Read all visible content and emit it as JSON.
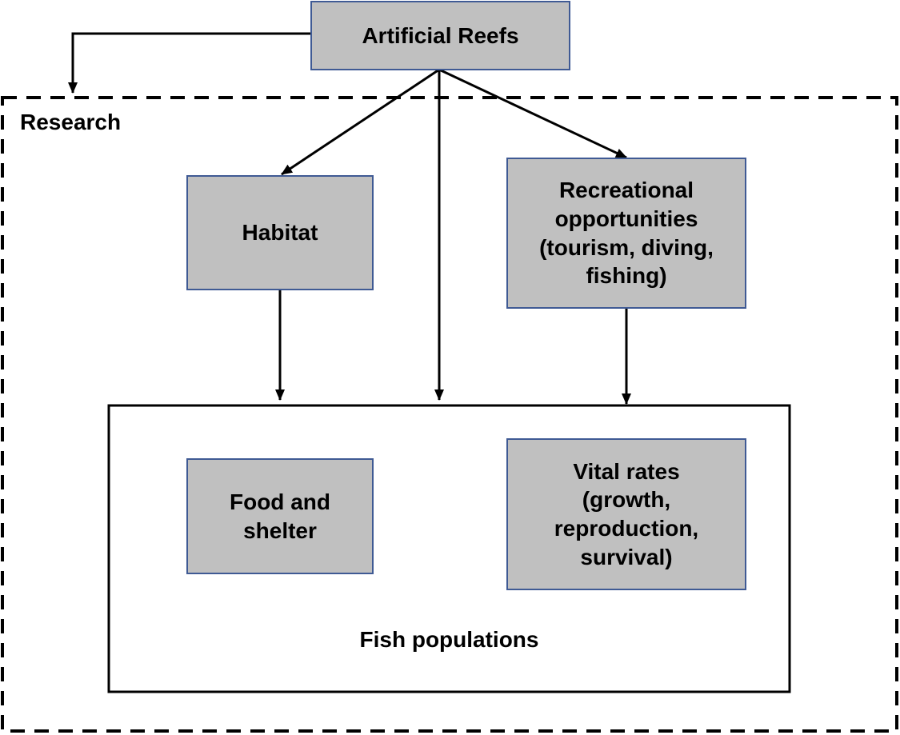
{
  "diagram": {
    "title_node": "Artificial Reefs",
    "research_region_label": "Research",
    "nodes": {
      "habitat": "Habitat",
      "recreational": "Recreational\nopportunities\n(tourism, diving,\nfishing)",
      "food_shelter": "Food and\nshelter",
      "vital_rates": "Vital rates\n(growth,\nreproduction,\nsurvival)"
    },
    "fish_populations_label": "Fish populations",
    "edges": [
      {
        "from": "Artificial Reefs",
        "to": "Research"
      },
      {
        "from": "Artificial Reefs",
        "to": "Habitat"
      },
      {
        "from": "Artificial Reefs",
        "to": "Fish populations"
      },
      {
        "from": "Artificial Reefs",
        "to": "Recreational opportunities"
      },
      {
        "from": "Habitat",
        "to": "Fish populations"
      },
      {
        "from": "Recreational opportunities",
        "to": "Fish populations"
      }
    ],
    "colors": {
      "node_fill": "#c0c0c0",
      "node_border": "#3f5a94",
      "line": "#000000"
    }
  }
}
